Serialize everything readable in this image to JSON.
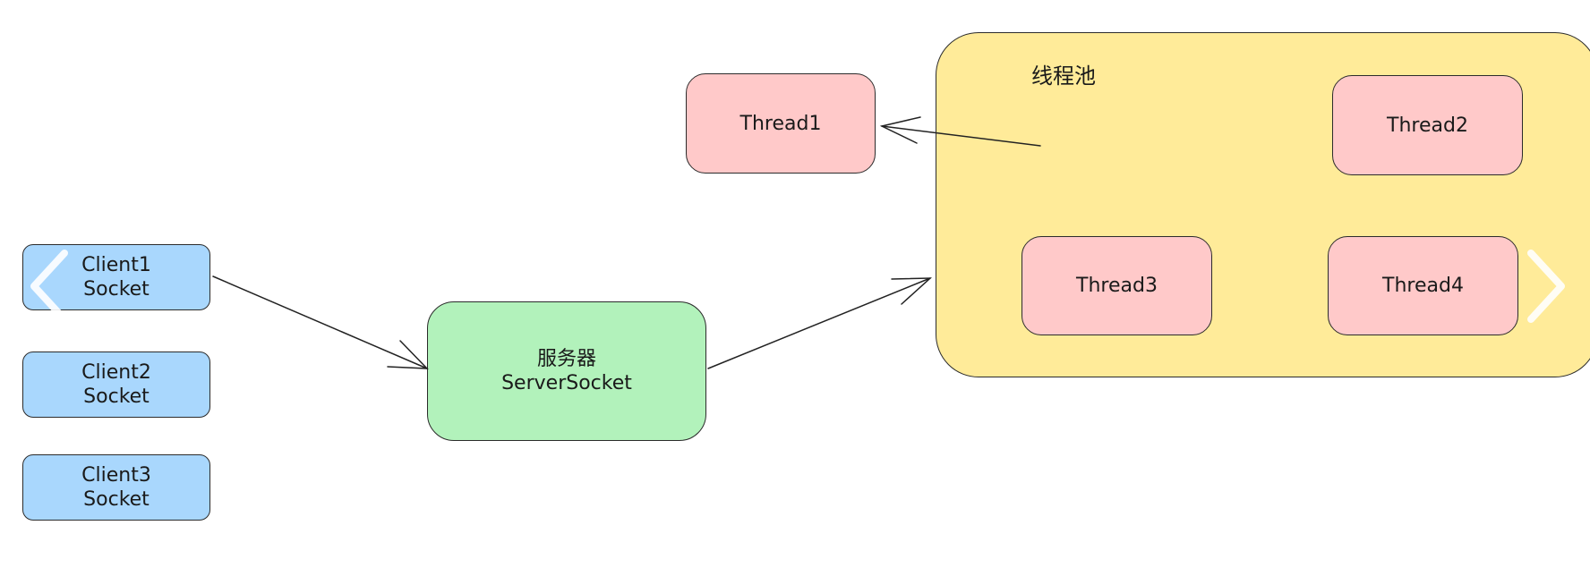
{
  "pool": {
    "label": "线程池"
  },
  "clients": [
    {
      "line1": "Client1",
      "line2": "Socket"
    },
    {
      "line1": "Client2",
      "line2": "Socket"
    },
    {
      "line1": "Client3",
      "line2": "Socket"
    }
  ],
  "server": {
    "line1": "服务器",
    "line2": "ServerSocket"
  },
  "threads": [
    {
      "label": "Thread1"
    },
    {
      "label": "Thread2"
    },
    {
      "label": "Thread3"
    },
    {
      "label": "Thread4"
    }
  ],
  "colors": {
    "client_fill": "#a9d7fd",
    "server_fill": "#b2f2bb",
    "thread_fill": "#ffc9c9",
    "pool_fill": "#ffeb99",
    "stroke": "#2b2b2b"
  },
  "navigation": {
    "prev_icon": "chevron-left-icon",
    "next_icon": "chevron-right-icon"
  }
}
